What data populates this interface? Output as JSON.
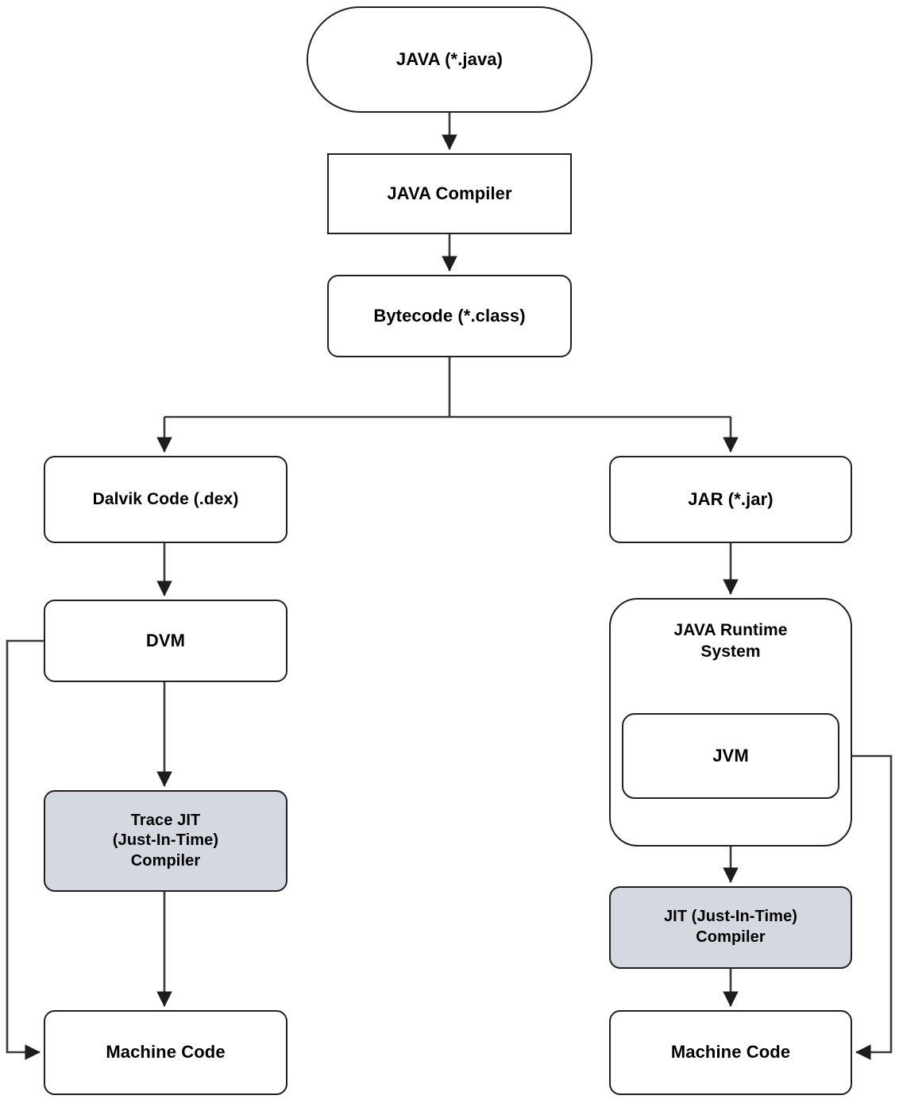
{
  "diagram": {
    "title": "Java and Dalvik compilation pipeline",
    "colors": {
      "stroke": "#231f20",
      "node_fill": "#ffffff",
      "accent_fill": "#d4d9e1",
      "text": "#000000",
      "edge": "#3a3a3a"
    },
    "nodes": [
      {
        "id": "java",
        "label": "JAVA (*.java)",
        "shape": "stadium"
      },
      {
        "id": "java_compiler",
        "label": "JAVA Compiler",
        "shape": "rectangle"
      },
      {
        "id": "bytecode",
        "label": "Bytecode (*.class)",
        "shape": "rounded-rectangle"
      },
      {
        "id": "dalvik",
        "label": "Dalvik Code (.dex)",
        "shape": "rounded-rectangle"
      },
      {
        "id": "dvm",
        "label": "DVM",
        "shape": "rounded-rectangle"
      },
      {
        "id": "trace_jit",
        "label": "Trace JIT\n(Just-In-Time)\nCompiler",
        "shape": "rounded-rectangle",
        "fill": "accent"
      },
      {
        "id": "machine_left",
        "label": "Machine Code",
        "shape": "rounded-rectangle"
      },
      {
        "id": "jar",
        "label": "JAR (*.jar)",
        "shape": "rounded-rectangle"
      },
      {
        "id": "jrs",
        "label": "JAVA Runtime\nSystem",
        "shape": "rounded-rectangle-large"
      },
      {
        "id": "jvm",
        "label": "JVM",
        "shape": "rounded-rectangle",
        "parent": "jrs"
      },
      {
        "id": "jit",
        "label": "JIT (Just-In-Time)\nCompiler",
        "shape": "rounded-rectangle",
        "fill": "accent"
      },
      {
        "id": "machine_right",
        "label": "Machine Code",
        "shape": "rounded-rectangle"
      }
    ],
    "edges": [
      {
        "from": "java",
        "to": "java_compiler",
        "arrow": true
      },
      {
        "from": "java_compiler",
        "to": "bytecode",
        "arrow": true
      },
      {
        "from": "bytecode",
        "to": "dalvik",
        "arrow": true
      },
      {
        "from": "bytecode",
        "to": "jar",
        "arrow": true
      },
      {
        "from": "dalvik",
        "to": "dvm",
        "arrow": true
      },
      {
        "from": "dvm",
        "to": "trace_jit",
        "arrow": true
      },
      {
        "from": "dvm",
        "to": "machine_left",
        "arrow": true
      },
      {
        "from": "trace_jit",
        "to": "machine_left",
        "arrow": true
      },
      {
        "from": "jar",
        "to": "jrs",
        "arrow": true
      },
      {
        "from": "jvm",
        "to": "jit",
        "arrow": true
      },
      {
        "from": "jvm",
        "to": "machine_right",
        "arrow": true
      },
      {
        "from": "jit",
        "to": "machine_right",
        "arrow": true
      }
    ]
  }
}
